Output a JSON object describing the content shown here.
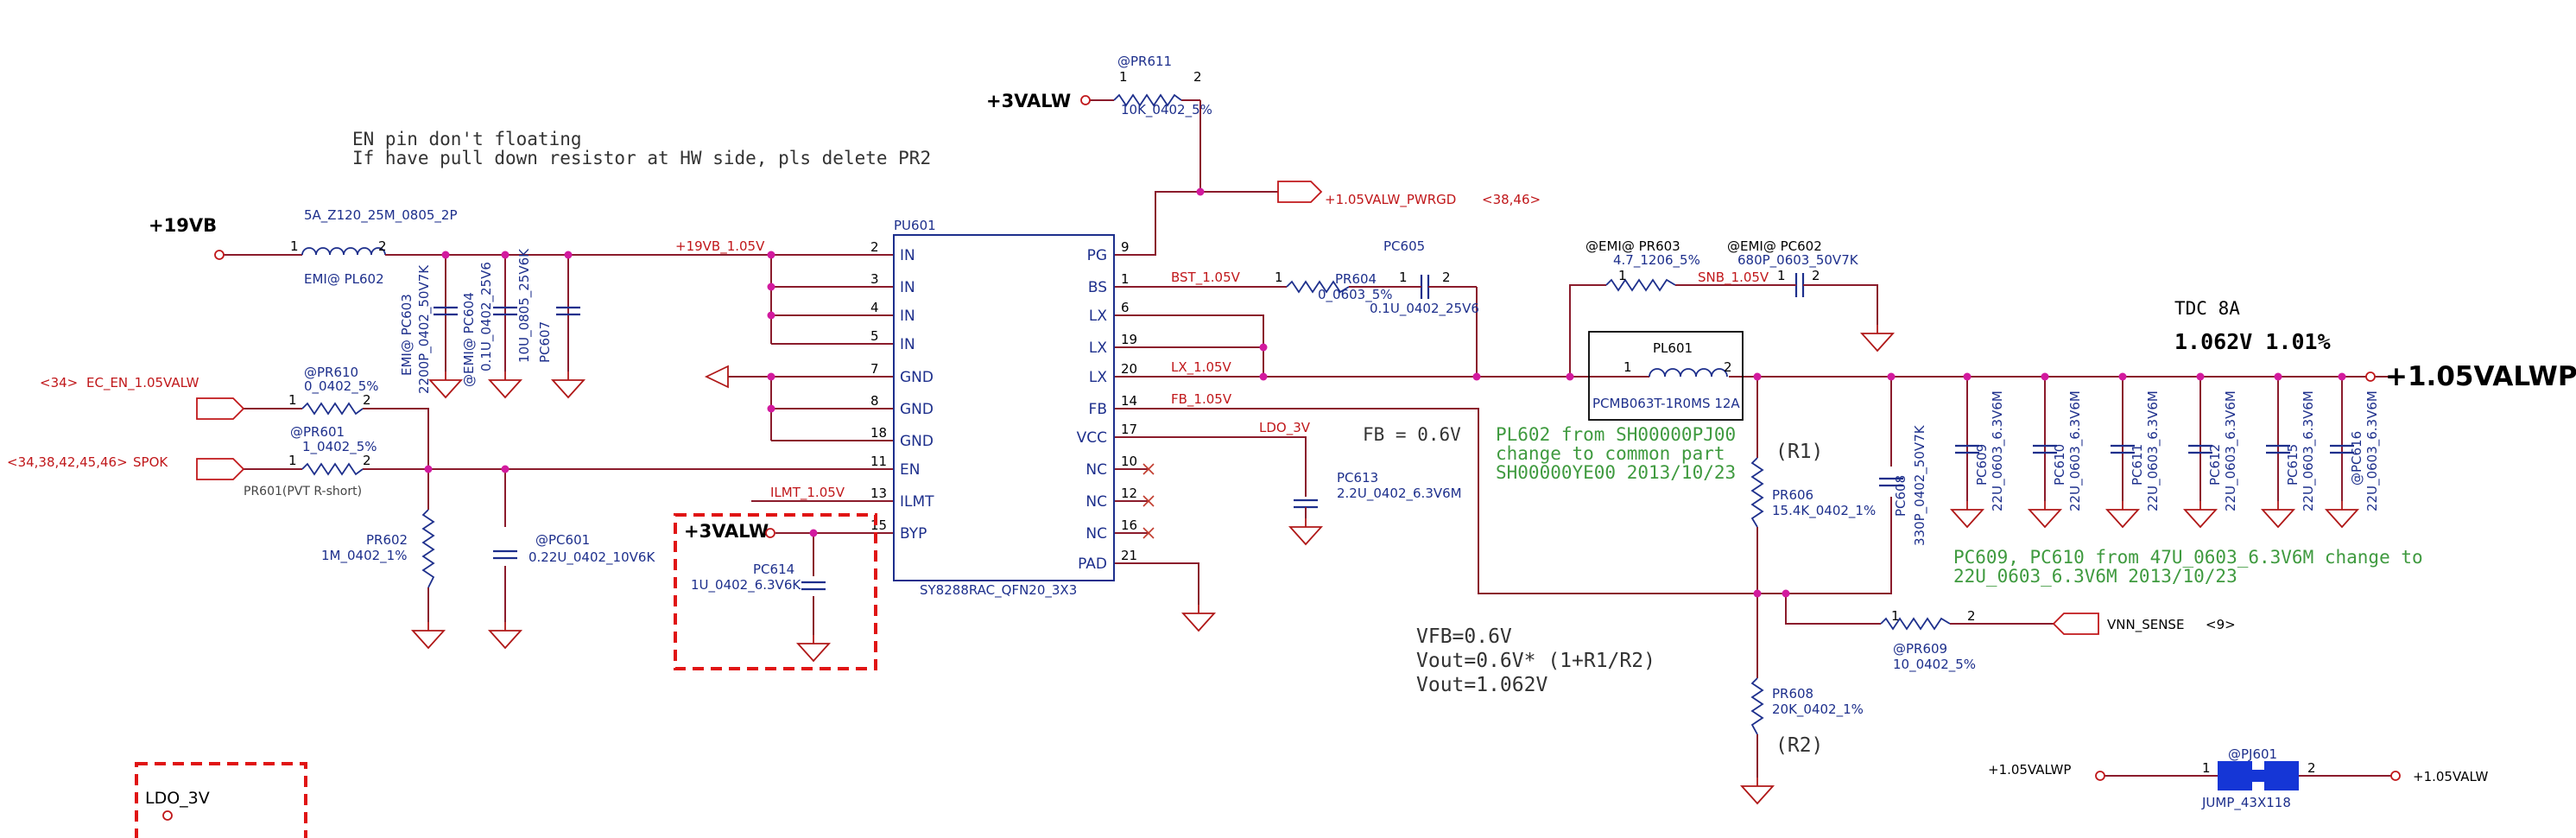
{
  "nets": {
    "vin": "+19VB",
    "aux": "+3VALW",
    "aux_box": "+3VALW",
    "out": "+1.05VALWP",
    "pwrgd": "+1.05VALW_PWRGD",
    "pwrgd_ref": "<38,46>",
    "en_sig": "EC_EN_1.05VALW",
    "en_ref": "<34>",
    "spok_sig": "SPOK",
    "spok_ref": "<34,38,42,45,46>",
    "vnn": "VNN_SENSE",
    "vnn_ref": "<9>",
    "jump_l": "+1.05VALWP",
    "jump_r": "+1.05VALW",
    "ldo_box": "LDO_3V"
  },
  "wires": {
    "w19v": "+19VB_1.05V",
    "bst": "BST_1.05V",
    "lx": "LX_1.05V",
    "fb": "FB_1.05V",
    "ldo": "LDO_3V",
    "ilmt": "ILMT_1.05V",
    "snb": "SNB_1.05V"
  },
  "notes": {
    "en_1": "EN pin don't floating",
    "en_2": "If have pull down resistor at HW side, pls delete PR2",
    "fb": "FB = 0.6V",
    "pl602_1": "PL602 from SH00000PJ00",
    "pl602_2": "change to common part",
    "pl602_3": "SH00000YE00 2013/10/23",
    "pc609_1": "PC609, PC610 from 47U_0603_6.3V6M change to",
    "pc609_2": "22U_0603_6.3V6M   2013/10/23",
    "vfb": "VFB=0.6V",
    "vout1": "Vout=0.6V* (1+R1/R2)",
    "vout2": "Vout=1.062V",
    "tdc": "TDC 8A",
    "tdc_v": "1.062V  1.01%",
    "r1": "(R1)",
    "r2": "(R2)"
  },
  "ic": {
    "ref": "PU601",
    "part": "SY8288RAC_QFN20_3X3",
    "left_pins": [
      {
        "num": "2",
        "name": "IN"
      },
      {
        "num": "3",
        "name": "IN"
      },
      {
        "num": "4",
        "name": "IN"
      },
      {
        "num": "5",
        "name": "IN"
      },
      {
        "num": "7",
        "name": "GND"
      },
      {
        "num": "8",
        "name": "GND"
      },
      {
        "num": "18",
        "name": "GND"
      },
      {
        "num": "11",
        "name": "EN"
      },
      {
        "num": "13",
        "name": "ILMT"
      },
      {
        "num": "15",
        "name": "BYP"
      }
    ],
    "right_pins": [
      {
        "num": "9",
        "name": "PG"
      },
      {
        "num": "1",
        "name": "BS"
      },
      {
        "num": "6",
        "name": "LX"
      },
      {
        "num": "19",
        "name": "LX"
      },
      {
        "num": "20",
        "name": "LX"
      },
      {
        "num": "14",
        "name": "FB"
      },
      {
        "num": "17",
        "name": "VCC"
      },
      {
        "num": "10",
        "name": "NC"
      },
      {
        "num": "12",
        "name": "NC"
      },
      {
        "num": "16",
        "name": "NC"
      },
      {
        "num": "21",
        "name": "PAD"
      }
    ]
  },
  "parts": {
    "pl602": {
      "val": "5A_Z120_25M_0805_2P",
      "ref": "EMI@  PL602"
    },
    "pc603": {
      "ref": "EMI@ PC603",
      "val": "2200P_0402_50V7K"
    },
    "pc604": {
      "ref": "@EMI@ PC604",
      "val": "0.1U_0402_25V6"
    },
    "pc606": {
      "val": "10U_0805_25V6K"
    },
    "pc607": {
      "ref": "PC607"
    },
    "pr610": {
      "ref": "@PR610",
      "val": "0_0402_5%"
    },
    "pr601": {
      "ref": "@PR601",
      "val": "1_0402_5%",
      "note": "PR601(PVT R-short)"
    },
    "pr602": {
      "ref": "PR602",
      "val": "1M_0402_1%"
    },
    "pc601": {
      "ref": "@PC601",
      "val": "0.22U_0402_10V6K"
    },
    "pc614": {
      "ref": "PC614",
      "val": "1U_0402_6.3V6K"
    },
    "pr611": {
      "ref": "@PR611",
      "val": "10K_0402_5%"
    },
    "pr604": {
      "ref": "PR604",
      "val": "0_0603_5%"
    },
    "pc605": {
      "ref": "PC605",
      "val": "0.1U_0402_25V6"
    },
    "pc613": {
      "ref": "PC613",
      "val": "2.2U_0402_6.3V6M"
    },
    "pr603": {
      "ref": "@EMI@  PR603",
      "val": "4.7_1206_5%"
    },
    "pc602": {
      "ref": "@EMI@  PC602",
      "val": "680P_0603_50V7K"
    },
    "pl601": {
      "ref": "PL601",
      "val": "PCMB063T-1R0MS 12A"
    },
    "pr606": {
      "ref": "PR606",
      "val": "15.4K_0402_1%"
    },
    "pc608": {
      "ref": "PC608",
      "val": "330P_0402_50V7K"
    },
    "pr608": {
      "ref": "PR608",
      "val": "20K_0402_1%"
    },
    "pr609": {
      "ref": "@PR609",
      "val": "10_0402_5%"
    },
    "pj601": {
      "ref": "@PJ601",
      "val": "JUMP_43X118"
    },
    "out_caps": [
      {
        "ref": "PC609",
        "val": "22U_0603_6.3V6M"
      },
      {
        "ref": "PC610",
        "val": "22U_0603_6.3V6M"
      },
      {
        "ref": "PC611",
        "val": "22U_0603_6.3V6M"
      },
      {
        "ref": "PC612",
        "val": "22U_0603_6.3V6M"
      },
      {
        "ref": "PC615",
        "val": "22U_0603_6.3V6M"
      },
      {
        "ref": "@PC616",
        "val": "22U_0603_6.3V6M"
      }
    ]
  },
  "pins": {
    "one": "1",
    "two": "2"
  }
}
